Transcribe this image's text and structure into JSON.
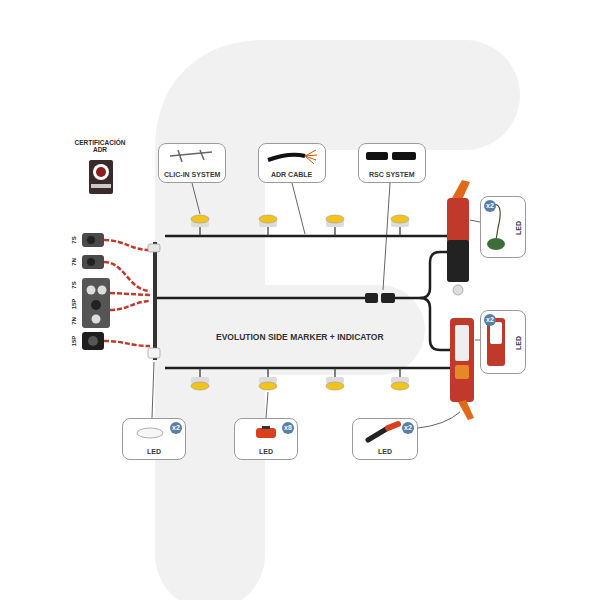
{
  "diagram": {
    "nodes": [
      {
        "text": [
          "CLIC-IN SYSTEM"
        ]
      },
      {
        "text": [
          "ADR CABLE"
        ]
      },
      {
        "text": [
          "RSC SYSTEM"
        ]
      },
      {
        "text": [
          "x2",
          "LED"
        ]
      },
      {
        "text": [
          "x2",
          "LED"
        ]
      },
      {
        "text": [
          "x2",
          "LED"
        ]
      },
      {
        "text": [
          "x8",
          "LED"
        ]
      },
      {
        "text": [
          "x2",
          "LED"
        ]
      }
    ],
    "labels": [
      "CERTIFICACIÓN ADR",
      "7S",
      "7N",
      "7S",
      "15P",
      "7N",
      "15P",
      "EVOLUTION SIDE MARKER + INDICATOR"
    ]
  }
}
